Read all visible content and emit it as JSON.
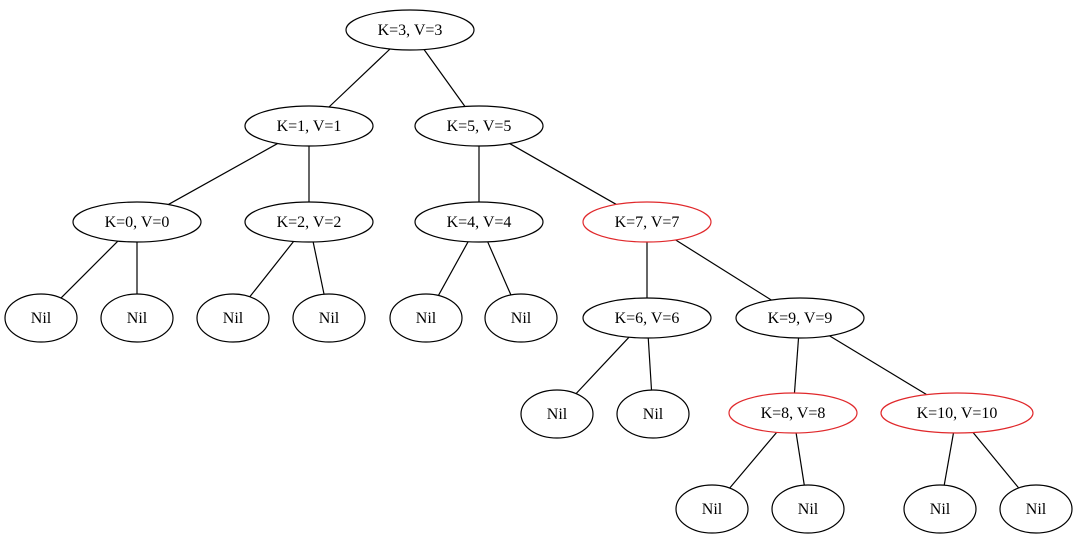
{
  "colors": {
    "black": "#000000",
    "red": "#e0282b",
    "background": "#ffffff"
  },
  "nodes": [
    {
      "id": "n3",
      "label": "K=3, V=3",
      "color": "black"
    },
    {
      "id": "n1",
      "label": "K=1, V=1",
      "color": "black"
    },
    {
      "id": "n5",
      "label": "K=5, V=5",
      "color": "black"
    },
    {
      "id": "n0",
      "label": "K=0, V=0",
      "color": "black"
    },
    {
      "id": "n2",
      "label": "K=2, V=2",
      "color": "black"
    },
    {
      "id": "n4",
      "label": "K=4, V=4",
      "color": "black"
    },
    {
      "id": "n7",
      "label": "K=7, V=7",
      "color": "red"
    },
    {
      "id": "nilA",
      "label": "Nil",
      "color": "black"
    },
    {
      "id": "nilB",
      "label": "Nil",
      "color": "black"
    },
    {
      "id": "nilC",
      "label": "Nil",
      "color": "black"
    },
    {
      "id": "nilD",
      "label": "Nil",
      "color": "black"
    },
    {
      "id": "nilE",
      "label": "Nil",
      "color": "black"
    },
    {
      "id": "nilF",
      "label": "Nil",
      "color": "black"
    },
    {
      "id": "n6",
      "label": "K=6, V=6",
      "color": "black"
    },
    {
      "id": "n9",
      "label": "K=9, V=9",
      "color": "black"
    },
    {
      "id": "nilG",
      "label": "Nil",
      "color": "black"
    },
    {
      "id": "nilH",
      "label": "Nil",
      "color": "black"
    },
    {
      "id": "n8",
      "label": "K=8, V=8",
      "color": "red"
    },
    {
      "id": "n10",
      "label": "K=10, V=10",
      "color": "red"
    },
    {
      "id": "nilI",
      "label": "Nil",
      "color": "black"
    },
    {
      "id": "nilJ",
      "label": "Nil",
      "color": "black"
    },
    {
      "id": "nilK",
      "label": "Nil",
      "color": "black"
    },
    {
      "id": "nilL",
      "label": "Nil",
      "color": "black"
    }
  ],
  "edges": [
    [
      "n3",
      "n1"
    ],
    [
      "n3",
      "n5"
    ],
    [
      "n1",
      "n0"
    ],
    [
      "n1",
      "n2"
    ],
    [
      "n5",
      "n4"
    ],
    [
      "n5",
      "n7"
    ],
    [
      "n0",
      "nilA"
    ],
    [
      "n0",
      "nilB"
    ],
    [
      "n2",
      "nilC"
    ],
    [
      "n2",
      "nilD"
    ],
    [
      "n4",
      "nilE"
    ],
    [
      "n4",
      "nilF"
    ],
    [
      "n7",
      "n6"
    ],
    [
      "n7",
      "n9"
    ],
    [
      "n6",
      "nilG"
    ],
    [
      "n6",
      "nilH"
    ],
    [
      "n9",
      "n8"
    ],
    [
      "n9",
      "n10"
    ],
    [
      "n8",
      "nilI"
    ],
    [
      "n8",
      "nilJ"
    ],
    [
      "n10",
      "nilK"
    ],
    [
      "n10",
      "nilL"
    ]
  ]
}
